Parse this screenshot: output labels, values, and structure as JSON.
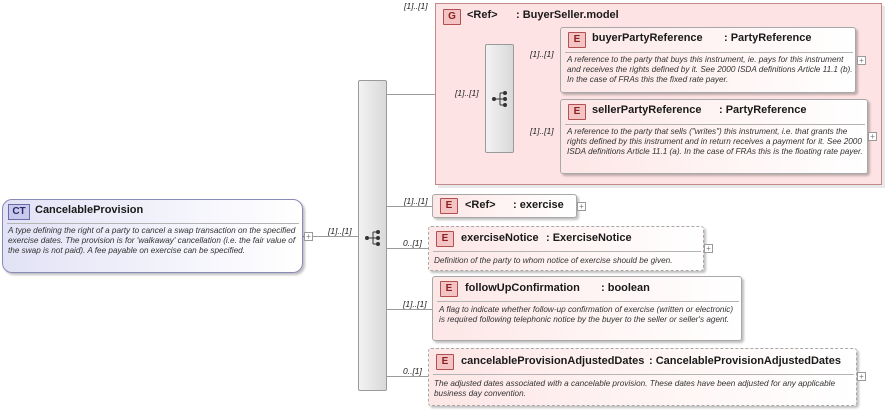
{
  "root": {
    "badge": "CT",
    "name": "CancelableProvision",
    "description": "A type defining the right of a party to cancel a swap transaction on the specified exercise dates. The provision is for 'walkaway' cancellation (i.e. the fair value of the swap is not paid). A fee payable on exercise can be specified.",
    "cardinality": "[1]..[1]"
  },
  "group": {
    "badge": "G",
    "ref": "<Ref>",
    "name": ": BuyerSeller.model",
    "cardinality": "[1]..[1]",
    "inner_cardinality": "[1]..[1]",
    "elements": [
      {
        "badge": "E",
        "name": "buyerPartyReference",
        "type": ": PartyReference",
        "cardinality": "[1]..[1]",
        "description": "A reference to the party that buys this instrument, ie. pays for this instrument and receives the rights defined by it. See 2000 ISDA definitions Article 11.1 (b). In the case of FRAs this the fixed rate payer."
      },
      {
        "badge": "E",
        "name": "sellerPartyReference",
        "type": ": PartyReference",
        "cardinality": "[1]..[1]",
        "description": "A reference to the party that sells (\"writes\") this instrument, i.e. that grants the rights defined by this instrument and in return receives a payment for it. See 2000 ISDA definitions Article 11.1 (a). In the case of FRAs this is the floating rate payer."
      }
    ]
  },
  "elements": [
    {
      "badge": "E",
      "ref": "<Ref>",
      "name": ": exercise",
      "cardinality": "[1]..[1]"
    },
    {
      "badge": "E",
      "name": "exerciseNotice",
      "type": ": ExerciseNotice",
      "cardinality": "0..[1]",
      "description": "Definition of the party to whom notice of exercise should be given."
    },
    {
      "badge": "E",
      "name": "followUpConfirmation",
      "type": ": boolean",
      "cardinality": "[1]..[1]",
      "description": "A flag to indicate whether follow-up confirmation of exercise (written or electronic) is required following telephonic notice by the buyer to the seller or seller's agent."
    },
    {
      "badge": "E",
      "name": "cancelableProvisionAdjustedDates",
      "type": ": CancelableProvisionAdjustedDates",
      "cardinality": "0..[1]",
      "description": "The adjusted dates associated with a cancelable provision. These dates have been adjusted for any applicable business day convention."
    }
  ],
  "icons": {
    "sequence": "sequence-compositor-icon",
    "expand": "expand-plus-icon"
  },
  "colors": {
    "element_badge": "#f4c4c4",
    "complex_type_badge": "#c9c9ee",
    "group_bg": "#fde3e3"
  }
}
